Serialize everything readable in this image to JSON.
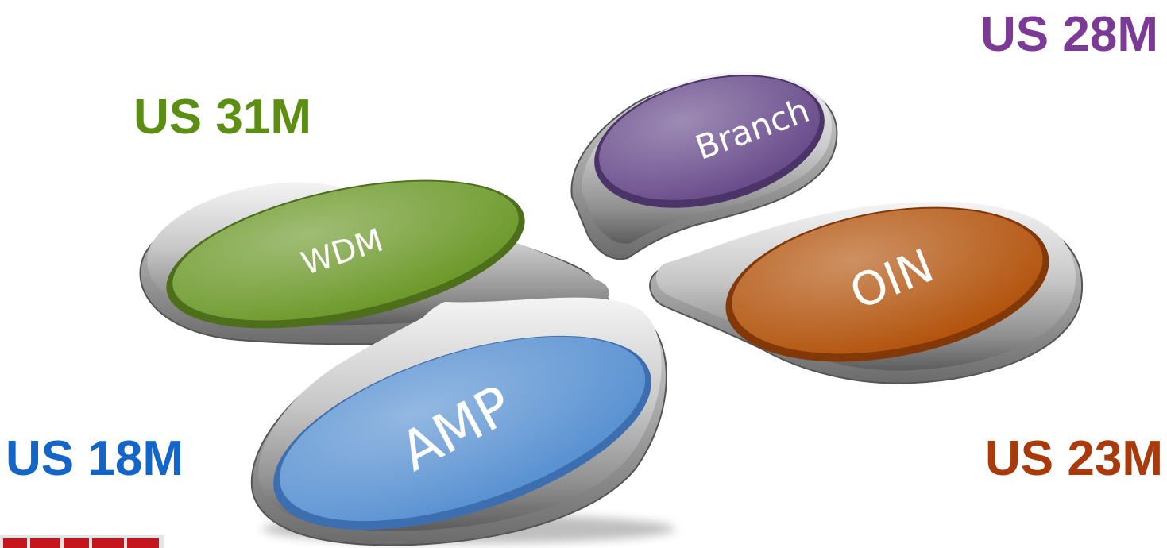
{
  "segments": [
    {
      "id": "wdm",
      "label": "WDM",
      "amount": "US 31M",
      "color": "#6e9a2c",
      "color_dark": "#4d6f1b",
      "amount_color": "#5b8e13"
    },
    {
      "id": "branch",
      "label": "Branch",
      "amount": "US 28M",
      "color": "#6a4d8c",
      "color_dark": "#4b3468",
      "amount_color": "#7b3a96"
    },
    {
      "id": "oin",
      "label": "OIN",
      "amount": "US 23M",
      "color": "#b3550f",
      "color_dark": "#833808",
      "amount_color": "#a83a0c"
    },
    {
      "id": "amp",
      "label": "AMP",
      "amount": "US 18M",
      "color": "#5a92d2",
      "color_dark": "#3d6fb0",
      "amount_color": "#1366c8"
    }
  ],
  "logo": {
    "text": ""
  }
}
